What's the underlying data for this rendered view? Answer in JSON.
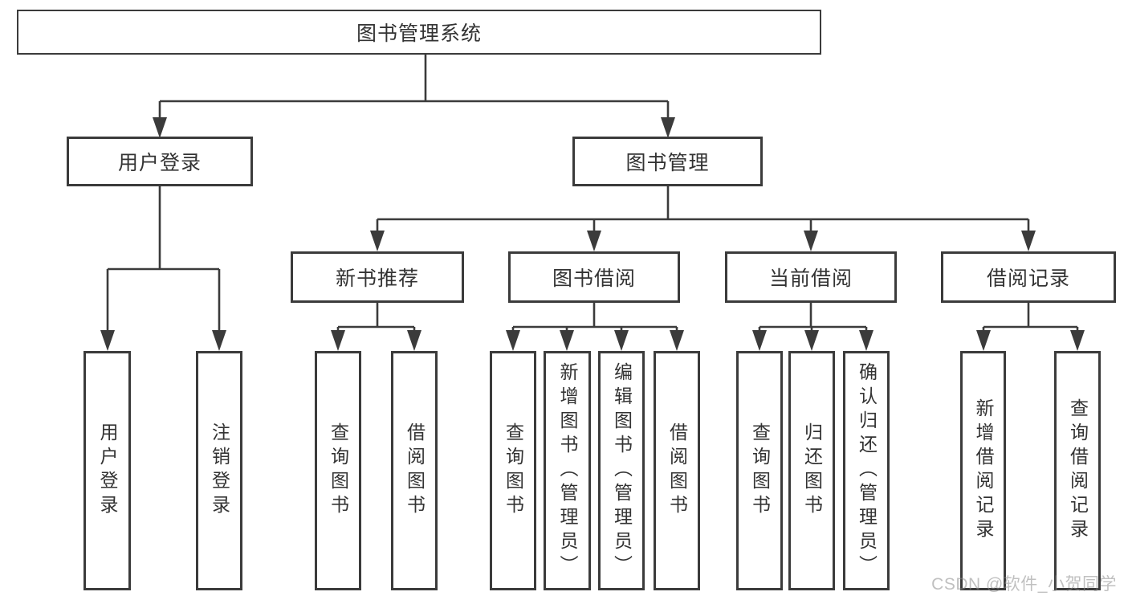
{
  "diagram": {
    "root": {
      "label": "图书管理系统"
    },
    "branches": [
      {
        "label": "用户登录",
        "children": [
          "用户登录",
          "注销登录"
        ]
      },
      {
        "label": "图书管理",
        "groups": [
          {
            "label": "新书推荐",
            "children": [
              "查询图书",
              "借阅图书"
            ]
          },
          {
            "label": "图书借阅",
            "children": [
              "查询图书",
              "新增图书（管理员）",
              "编辑图书（管理员）",
              "借阅图书"
            ]
          },
          {
            "label": "当前借阅",
            "children": [
              "查询图书",
              "归还图书",
              "确认归还（管理员）"
            ]
          },
          {
            "label": "借阅记录",
            "children": [
              "新增借阅记录",
              "查询借阅记录"
            ]
          }
        ]
      }
    ]
  },
  "watermark": "CSDN @软件_小贺同学",
  "colors": {
    "line": "#3b3b3b",
    "text": "#333333",
    "background": "#ffffff",
    "watermark": "#c6c6c6"
  }
}
